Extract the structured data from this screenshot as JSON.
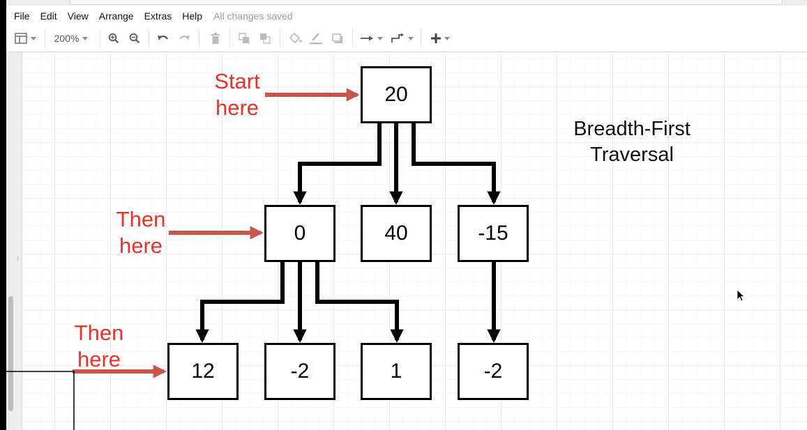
{
  "menubar": {
    "items": [
      "File",
      "Edit",
      "View",
      "Arrange",
      "Extras",
      "Help"
    ],
    "status": "All changes saved"
  },
  "toolbar": {
    "zoom": "200%",
    "icons": [
      "format-panel-icon",
      "zoom-in-icon",
      "zoom-out-icon",
      "undo-icon",
      "redo-icon",
      "delete-icon",
      "to-front-icon",
      "to-back-icon",
      "fill-color-icon",
      "line-color-icon",
      "shadow-icon",
      "connection-icon",
      "waypoints-icon",
      "insert-icon"
    ]
  },
  "diagram": {
    "title_line1": "Breadth-First",
    "title_line2": "Traversal",
    "labels": {
      "start": [
        "Start",
        "here"
      ],
      "then1": [
        "Then",
        "here"
      ],
      "then2": [
        "Then",
        "here"
      ]
    },
    "nodes": {
      "root": "20",
      "level1": [
        "0",
        "40",
        "-15"
      ],
      "level2": [
        "12",
        "-2",
        "1",
        "-2"
      ]
    },
    "colors": {
      "label_red": "#e8322a",
      "pointer_arrow": "#c7564b",
      "edge": "#000000"
    }
  }
}
